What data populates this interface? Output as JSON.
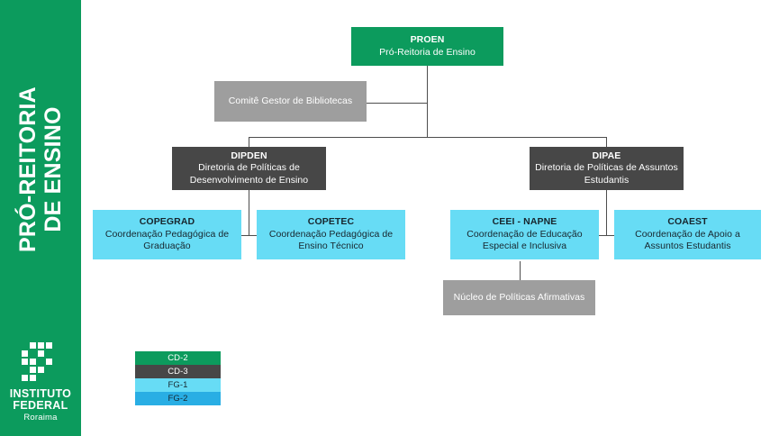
{
  "sidebar": {
    "title": "PRÓ-REITORIA\nDE ENSINO",
    "logo": {
      "icon_name": "instituto-federal-logo",
      "line1": "INSTITUTO",
      "line2": "FEDERAL",
      "line3": "Roraima"
    }
  },
  "colors": {
    "brand_green": "#0c9b5d",
    "cd2": "#0c9b5d",
    "cd3": "#474747",
    "gray": "#9e9e9e",
    "fg1": "#67dcf5",
    "fg2": "#29aee4",
    "connector": "#4d4d4d"
  },
  "org_chart": {
    "nodes": [
      {
        "id": "proen",
        "acronym": "PROEN",
        "description": "Pró-Reitoria de Ensino",
        "level": "CD-2"
      },
      {
        "id": "comite-gestor-bibliotecas",
        "acronym": "",
        "description": "Comitê Gestor de Bibliotecas",
        "level": "advisory"
      },
      {
        "id": "dipden",
        "acronym": "DIPDEN",
        "description": "Diretoria de Políticas de Desenvolvimento de Ensino",
        "level": "CD-3"
      },
      {
        "id": "dipae",
        "acronym": "DIPAE",
        "description": "Diretoria de Políticas de Assuntos Estudantis",
        "level": "CD-3"
      },
      {
        "id": "copegrad",
        "acronym": "COPEGRAD",
        "description": "Coordenação Pedagógica de Graduação",
        "level": "FG-1"
      },
      {
        "id": "copetec",
        "acronym": "COPETEC",
        "description": "Coordenação Pedagógica de Ensino Técnico",
        "level": "FG-1"
      },
      {
        "id": "ceei-napne",
        "acronym": "CEEI - NAPNE",
        "description": "Coordenação de Educação Especial e Inclusiva",
        "level": "FG-1"
      },
      {
        "id": "coaest",
        "acronym": "COAEST",
        "description": "Coordenação de Apoio a Assuntos Estudantis",
        "level": "FG-1"
      },
      {
        "id": "nucleo-politicas-afirmativas",
        "acronym": "",
        "description": "Núcleo de Políticas Afirmativas",
        "level": "advisory"
      }
    ],
    "edges": [
      {
        "from": "proen",
        "to": "comite-gestor-bibliotecas"
      },
      {
        "from": "proen",
        "to": "dipden"
      },
      {
        "from": "proen",
        "to": "dipae"
      },
      {
        "from": "dipden",
        "to": "copegrad"
      },
      {
        "from": "dipden",
        "to": "copetec"
      },
      {
        "from": "dipae",
        "to": "ceei-napne"
      },
      {
        "from": "dipae",
        "to": "coaest"
      },
      {
        "from": "ceei-napne",
        "to": "nucleo-politicas-afirmativas"
      }
    ]
  },
  "legend": {
    "items": [
      {
        "label": "CD-2",
        "color": "#0c9b5d"
      },
      {
        "label": "CD-3",
        "color": "#474747"
      },
      {
        "label": "FG-1",
        "color": "#67dcf5"
      },
      {
        "label": "FG-2",
        "color": "#29aee4"
      }
    ]
  }
}
